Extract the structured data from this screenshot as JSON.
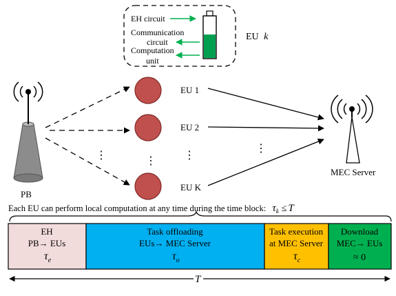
{
  "eu_k_box": {
    "eh_circuit": "EH circuit",
    "communication_line1": "Communication",
    "communication_line2": "circuit",
    "computation_line1": "Computation",
    "computation_line2": "unit",
    "label": "EU",
    "label_var": "k"
  },
  "pb_label": "PB",
  "eu_nodes": [
    {
      "label": "EU 1"
    },
    {
      "label": "EU 2"
    },
    {
      "label": "EU K"
    }
  ],
  "ellipsis": "⋮",
  "server_label": "MEC Server",
  "colors": {
    "eu_fill": "#c0504d",
    "eu_stroke": "#7f2a28",
    "battery_fill": "#00a050",
    "arrow_green": "#00b050",
    "pb_fill": "#8c8c8c",
    "phase_eh": "#f2dcdb",
    "phase_offload": "#00b0f0",
    "phase_exec": "#ffc000",
    "phase_download": "#00b050"
  },
  "timeline": {
    "caption": "Each EU can perform local computation at any time during the time block:",
    "caption_math": "τ",
    "caption_sub": "k",
    "caption_rel": "≤",
    "caption_var": "T",
    "phases": [
      {
        "line1": "EH",
        "line2": "PB→ EUs",
        "symbol": "τ",
        "sub": "e"
      },
      {
        "line1": "Task offloading",
        "line2": "EUs→ MEC Server",
        "symbol": "τ",
        "sub": "o"
      },
      {
        "line1": "Task execution",
        "line2": "at MEC Server",
        "symbol": "τ",
        "sub": "c"
      },
      {
        "line1": "Download",
        "line2": "MEC→ EUs",
        "symbol": "≈ 0",
        "sub": ""
      }
    ],
    "total_label": "T"
  }
}
